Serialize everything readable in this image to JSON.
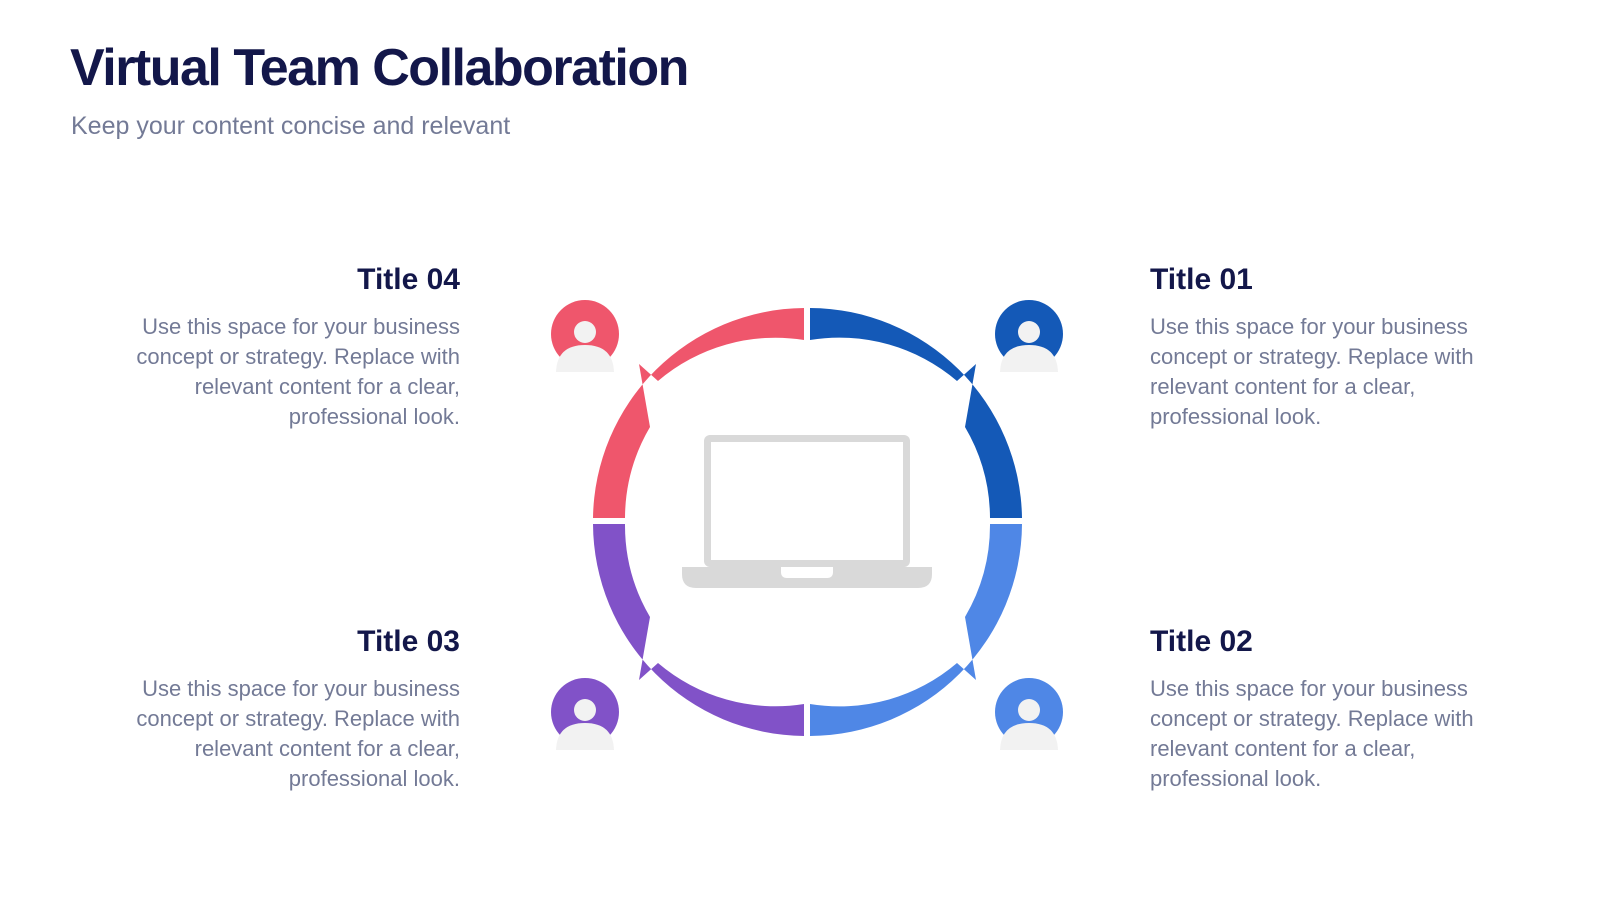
{
  "header": {
    "title": "Virtual Team Collaboration",
    "subtitle": "Keep your content concise and relevant"
  },
  "center": {
    "icon": "laptop-icon"
  },
  "segments": [
    {
      "id": "01",
      "title": "Title 01",
      "body": "Use this space for your business concept or strategy. Replace with relevant content for a clear, professional look.",
      "color": "#1459b7",
      "icon": "user-avatar-icon"
    },
    {
      "id": "02",
      "title": "Title 02",
      "body": "Use this space for your business concept or strategy. Replace with relevant content for a clear, professional look.",
      "color": "#4f87e6",
      "icon": "user-avatar-icon"
    },
    {
      "id": "03",
      "title": "Title 03",
      "body": "Use this space for your business concept or strategy. Replace with relevant content for a clear, professional look.",
      "color": "#8152c8",
      "icon": "user-avatar-icon"
    },
    {
      "id": "04",
      "title": "Title 04",
      "body": "Use this space for your business concept or strategy. Replace with relevant content for a clear, professional look.",
      "color": "#ef566c",
      "icon": "user-avatar-icon"
    }
  ]
}
